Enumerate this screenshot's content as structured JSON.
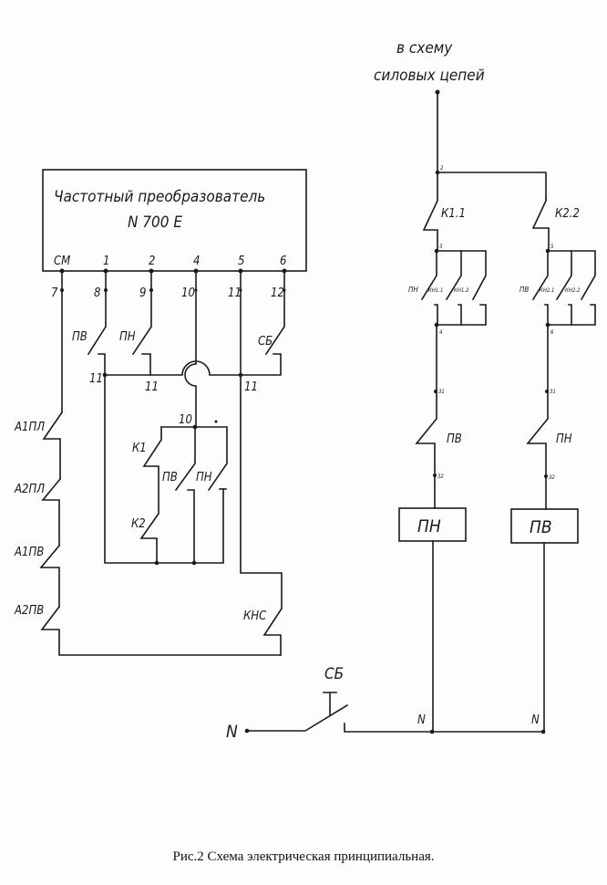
{
  "figure": {
    "caption": "Рис.2 Схема электрическая принципиальная."
  },
  "inverter": {
    "title_line1": "Частотный преобразователь",
    "title_line2": "N 700 E",
    "terminals": [
      "CM",
      "1",
      "2",
      "4",
      "5",
      "6"
    ],
    "wire_numbers": [
      "7",
      "8",
      "9",
      "10",
      "11",
      "12"
    ]
  },
  "left_circuit": {
    "contacts": {
      "pv": "ПВ",
      "pn": "ПН",
      "sb": "СБ",
      "k1": "К1",
      "k2": "К2",
      "pv_inner": "ПВ",
      "pn_inner": "ПН",
      "a1pl": "А1ПЛ",
      "a2pl": "А2ПЛ",
      "a1pv": "А1ПВ",
      "a2pv": "А2ПВ",
      "kns": "КНС"
    },
    "node_labels": {
      "n11_a": "11",
      "n11_b": "11",
      "n11_c": "11",
      "n10": "10"
    }
  },
  "right_circuit": {
    "supply_label_line1": "в схему",
    "supply_label_line2": "силовых цепей",
    "node_labels": {
      "n2": "2",
      "n3": "3",
      "n4": "4",
      "n5": "5",
      "n6": "6",
      "n31_a": "31",
      "n32_a": "32",
      "n31_b": "31",
      "n32_b": "32",
      "N_a": "N",
      "N_b": "N",
      "N_in": "N"
    },
    "contacts": {
      "k11": "К1.1",
      "k22": "К2.2",
      "pn_group": "ПН",
      "kn11": "КН1.1",
      "kn12": "КН1.2",
      "pv_group": "ПВ",
      "kn21": "КН2.1",
      "kn22": "КН2.2",
      "pv_series": "ПВ",
      "pn_series": "ПН",
      "sb_button": "СБ"
    },
    "coils": {
      "left": "ПН",
      "right": "ПВ"
    }
  }
}
